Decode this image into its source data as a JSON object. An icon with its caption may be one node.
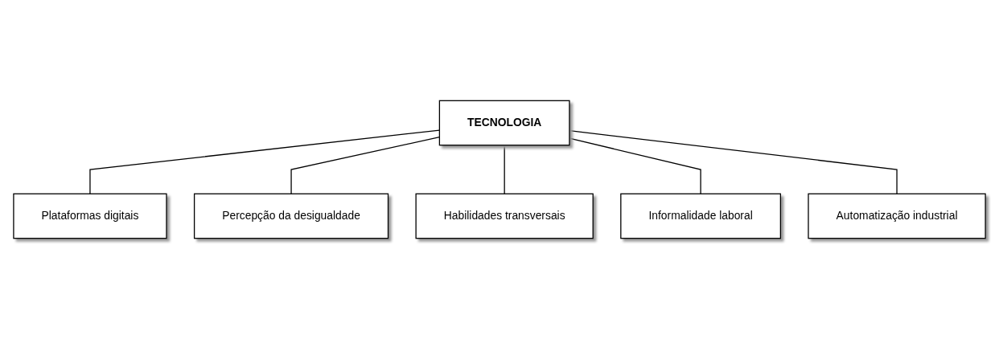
{
  "diagram": {
    "nodes": [
      {
        "text": [
          "Plataformas digitais"
        ]
      },
      {
        "text": [
          "TECNOLOGIA"
        ]
      },
      {
        "text": [
          "Percepção da desigualdade"
        ]
      },
      {
        "text": [
          "Habilidades transversais"
        ]
      },
      {
        "text": [
          "Informalidade laboral"
        ]
      },
      {
        "text": [
          "Automatização industrial"
        ]
      }
    ],
    "edges": [
      {
        "from": 1,
        "to": 0,
        "arrow": "none"
      },
      {
        "from": 1,
        "to": 2,
        "arrow": "none"
      },
      {
        "from": 1,
        "to": 3,
        "arrow": "none"
      },
      {
        "from": 1,
        "to": 4,
        "arrow": "none"
      },
      {
        "from": 1,
        "to": 5,
        "arrow": "none"
      }
    ]
  }
}
